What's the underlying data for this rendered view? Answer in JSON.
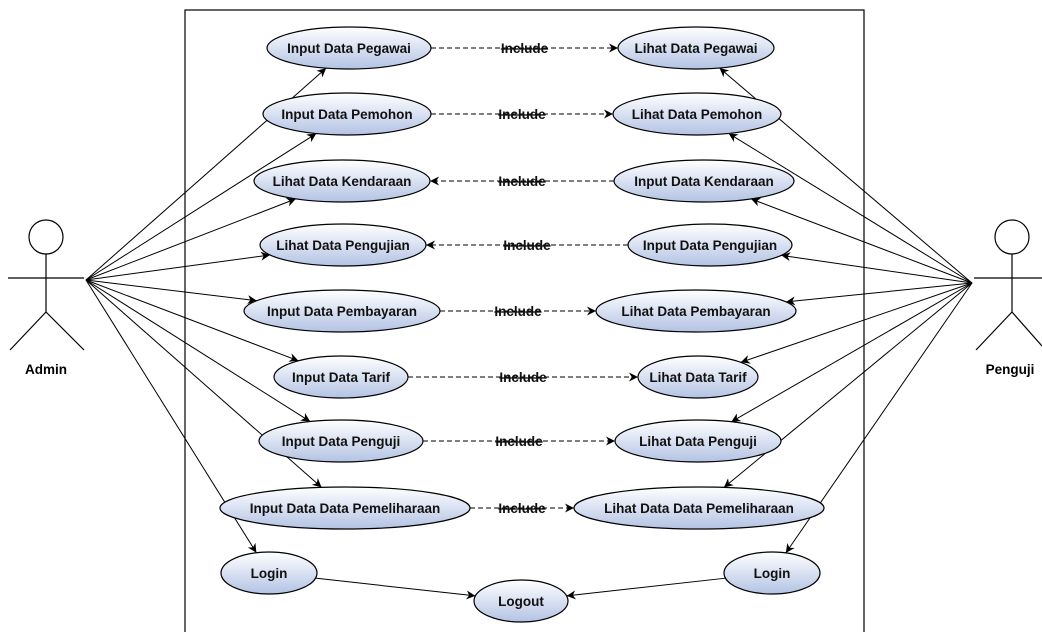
{
  "actors": [
    {
      "id": "admin",
      "label": "Admin"
    },
    {
      "id": "penguji",
      "label": "Penguji"
    }
  ],
  "use_cases": [
    {
      "id": "input-data-pegawai",
      "label": "Input Data Pegawai"
    },
    {
      "id": "lihat-data-pegawai",
      "label": "Lihat Data Pegawai"
    },
    {
      "id": "input-data-pemohon",
      "label": "Input Data Pemohon"
    },
    {
      "id": "lihat-data-pemohon",
      "label": "Lihat Data Pemohon"
    },
    {
      "id": "lihat-data-kendaraan",
      "label": "Lihat Data Kendaraan"
    },
    {
      "id": "input-data-kendaraan",
      "label": "Input Data Kendaraan"
    },
    {
      "id": "lihat-data-pengujian",
      "label": "Lihat Data Pengujian"
    },
    {
      "id": "input-data-pengujian",
      "label": "Input Data Pengujian"
    },
    {
      "id": "input-data-pembayaran",
      "label": "Input Data Pembayaran"
    },
    {
      "id": "lihat-data-pembayaran",
      "label": "Lihat Data Pembayaran"
    },
    {
      "id": "input-data-tarif",
      "label": "Input Data Tarif"
    },
    {
      "id": "lihat-data-tarif",
      "label": "Lihat Data Tarif"
    },
    {
      "id": "input-data-penguji",
      "label": "Input Data Penguji"
    },
    {
      "id": "lihat-data-penguji",
      "label": "Lihat Data Penguji"
    },
    {
      "id": "input-data-data-pemeliharaan",
      "label": "Input Data Data Pemeliharaan"
    },
    {
      "id": "lihat-data-data-pemeliharaan",
      "label": "Lihat Data Data Pemeliharaan"
    },
    {
      "id": "login-admin",
      "label": "Login"
    },
    {
      "id": "logout",
      "label": "Logout"
    },
    {
      "id": "login-penguji",
      "label": "Login"
    }
  ],
  "include_label": "Include",
  "associations": [
    {
      "from": "admin",
      "to": "input-data-pegawai"
    },
    {
      "from": "admin",
      "to": "input-data-pemohon"
    },
    {
      "from": "admin",
      "to": "lihat-data-kendaraan"
    },
    {
      "from": "admin",
      "to": "lihat-data-pengujian"
    },
    {
      "from": "admin",
      "to": "input-data-pembayaran"
    },
    {
      "from": "admin",
      "to": "input-data-tarif"
    },
    {
      "from": "admin",
      "to": "input-data-penguji"
    },
    {
      "from": "admin",
      "to": "input-data-data-pemeliharaan"
    },
    {
      "from": "admin",
      "to": "login-admin"
    },
    {
      "from": "penguji",
      "to": "lihat-data-pegawai"
    },
    {
      "from": "penguji",
      "to": "lihat-data-pemohon"
    },
    {
      "from": "penguji",
      "to": "input-data-kendaraan"
    },
    {
      "from": "penguji",
      "to": "input-data-pengujian"
    },
    {
      "from": "penguji",
      "to": "lihat-data-pembayaran"
    },
    {
      "from": "penguji",
      "to": "lihat-data-tarif"
    },
    {
      "from": "penguji",
      "to": "lihat-data-penguji"
    },
    {
      "from": "penguji",
      "to": "lihat-data-data-pemeliharaan"
    },
    {
      "from": "penguji",
      "to": "login-penguji"
    },
    {
      "from": "login-admin",
      "to": "logout"
    },
    {
      "from": "login-penguji",
      "to": "logout"
    }
  ],
  "includes": [
    {
      "from": "input-data-pegawai",
      "to": "lihat-data-pegawai"
    },
    {
      "from": "input-data-pemohon",
      "to": "lihat-data-pemohon"
    },
    {
      "from": "input-data-kendaraan",
      "to": "lihat-data-kendaraan"
    },
    {
      "from": "input-data-pengujian",
      "to": "lihat-data-pengujian"
    },
    {
      "from": "input-data-pembayaran",
      "to": "lihat-data-pembayaran"
    },
    {
      "from": "input-data-tarif",
      "to": "lihat-data-tarif"
    },
    {
      "from": "input-data-penguji",
      "to": "lihat-data-penguji"
    },
    {
      "from": "input-data-data-pemeliharaan",
      "to": "lihat-data-data-pemeliharaan"
    }
  ],
  "colors": {
    "usecase_fill_top": "#ffffff",
    "usecase_fill_bottom": "#b3c3e4",
    "stroke": "#000000"
  }
}
